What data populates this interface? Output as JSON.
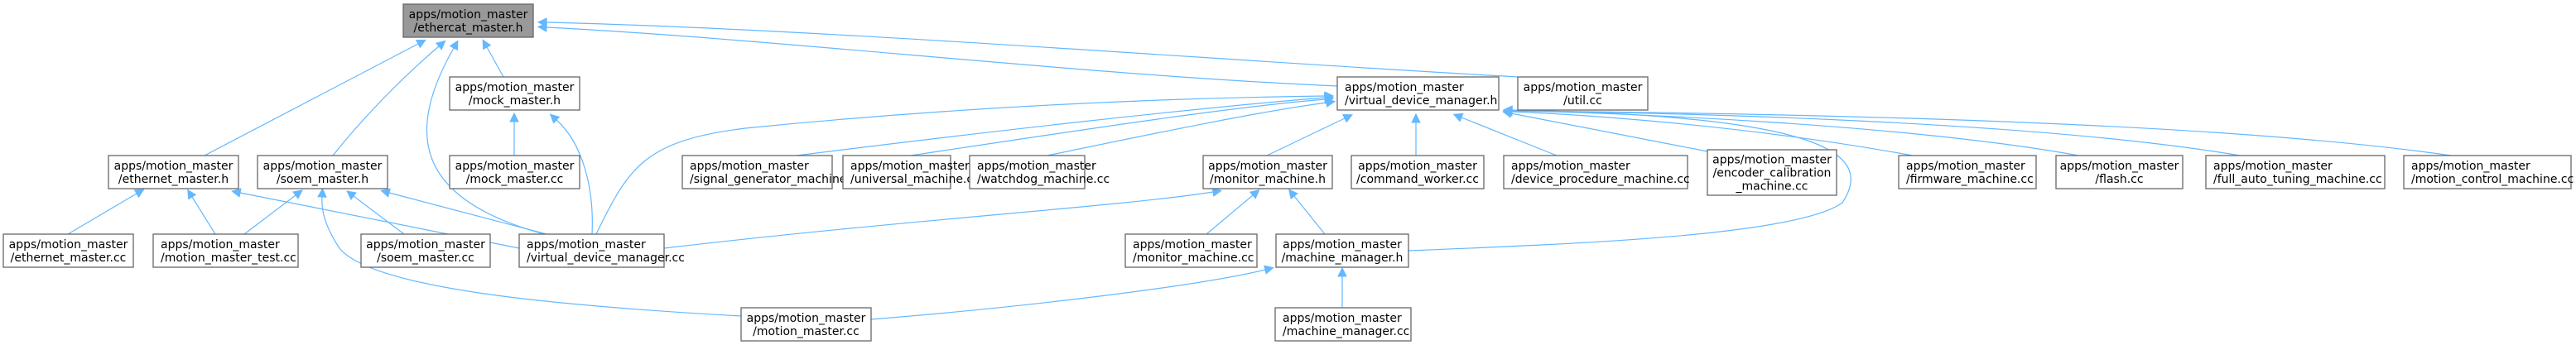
{
  "diagram": {
    "type": "include-dependency-graph",
    "colors": {
      "edge": "#63b8ff",
      "root_fill": "#999999",
      "node_border": "#666666",
      "node_fill": "#ffffff"
    },
    "nodes": [
      {
        "id": "ethercat_master_h",
        "lines": [
          "apps/motion_master",
          "/ethercat_master.h"
        ],
        "root": true
      },
      {
        "id": "mock_master_h",
        "lines": [
          "apps/motion_master",
          "/mock_master.h"
        ]
      },
      {
        "id": "virtual_device_manager_h",
        "lines": [
          "apps/motion_master",
          "/virtual_device_manager.h"
        ]
      },
      {
        "id": "util_cc",
        "lines": [
          "apps/motion_master",
          "/util.cc"
        ]
      },
      {
        "id": "ethernet_master_h",
        "lines": [
          "apps/motion_master",
          "/ethernet_master.h"
        ]
      },
      {
        "id": "soem_master_h",
        "lines": [
          "apps/motion_master",
          "/soem_master.h"
        ]
      },
      {
        "id": "mock_master_cc",
        "lines": [
          "apps/motion_master",
          "/mock_master.cc"
        ]
      },
      {
        "id": "signal_generator_machine_cc",
        "lines": [
          "apps/motion_master",
          "/signal_generator_machine.cc"
        ]
      },
      {
        "id": "universal_machine_cc",
        "lines": [
          "apps/motion_master",
          "/universal_machine.cc"
        ]
      },
      {
        "id": "watchdog_machine_cc",
        "lines": [
          "apps/motion_master",
          "/watchdog_machine.cc"
        ]
      },
      {
        "id": "monitor_machine_h",
        "lines": [
          "apps/motion_master",
          "/monitor_machine.h"
        ]
      },
      {
        "id": "command_worker_cc",
        "lines": [
          "apps/motion_master",
          "/command_worker.cc"
        ]
      },
      {
        "id": "device_procedure_machine_cc",
        "lines": [
          "apps/motion_master",
          "/device_procedure_machine.cc"
        ]
      },
      {
        "id": "encoder_calibration_machine_cc",
        "lines": [
          "apps/motion_master",
          "/encoder_calibration",
          "_machine.cc"
        ]
      },
      {
        "id": "firmware_machine_cc",
        "lines": [
          "apps/motion_master",
          "/firmware_machine.cc"
        ]
      },
      {
        "id": "flash_cc",
        "lines": [
          "apps/motion_master",
          "/flash.cc"
        ]
      },
      {
        "id": "full_auto_tuning_machine_cc",
        "lines": [
          "apps/motion_master",
          "/full_auto_tuning_machine.cc"
        ]
      },
      {
        "id": "motion_control_machine_cc",
        "lines": [
          "apps/motion_master",
          "/motion_control_machine.cc"
        ]
      },
      {
        "id": "ethernet_master_cc",
        "lines": [
          "apps/motion_master",
          "/ethernet_master.cc"
        ]
      },
      {
        "id": "motion_master_test_cc",
        "lines": [
          "apps/motion_master",
          "/motion_master_test.cc"
        ]
      },
      {
        "id": "soem_master_cc",
        "lines": [
          "apps/motion_master",
          "/soem_master.cc"
        ]
      },
      {
        "id": "virtual_device_manager_cc",
        "lines": [
          "apps/motion_master",
          "/virtual_device_manager.cc"
        ]
      },
      {
        "id": "monitor_machine_cc",
        "lines": [
          "apps/motion_master",
          "/monitor_machine.cc"
        ]
      },
      {
        "id": "machine_manager_h",
        "lines": [
          "apps/motion_master",
          "/machine_manager.h"
        ]
      },
      {
        "id": "motion_master_cc",
        "lines": [
          "apps/motion_master",
          "/motion_master.cc"
        ]
      },
      {
        "id": "machine_manager_cc",
        "lines": [
          "apps/motion_master",
          "/machine_manager.cc"
        ]
      }
    ],
    "edges": [
      {
        "from": "mock_master_h",
        "to": "ethercat_master_h"
      },
      {
        "from": "virtual_device_manager_h",
        "to": "ethercat_master_h"
      },
      {
        "from": "util_cc",
        "to": "ethercat_master_h"
      },
      {
        "from": "ethernet_master_h",
        "to": "ethercat_master_h"
      },
      {
        "from": "soem_master_h",
        "to": "ethercat_master_h"
      },
      {
        "from": "virtual_device_manager_cc",
        "to": "ethercat_master_h"
      },
      {
        "from": "mock_master_cc",
        "to": "mock_master_h"
      },
      {
        "from": "virtual_device_manager_cc",
        "to": "mock_master_h"
      },
      {
        "from": "virtual_device_manager_cc",
        "to": "virtual_device_manager_h"
      },
      {
        "from": "signal_generator_machine_cc",
        "to": "virtual_device_manager_h"
      },
      {
        "from": "universal_machine_cc",
        "to": "virtual_device_manager_h"
      },
      {
        "from": "watchdog_machine_cc",
        "to": "virtual_device_manager_h"
      },
      {
        "from": "monitor_machine_h",
        "to": "virtual_device_manager_h"
      },
      {
        "from": "command_worker_cc",
        "to": "virtual_device_manager_h"
      },
      {
        "from": "device_procedure_machine_cc",
        "to": "virtual_device_manager_h"
      },
      {
        "from": "encoder_calibration_machine_cc",
        "to": "virtual_device_manager_h"
      },
      {
        "from": "firmware_machine_cc",
        "to": "virtual_device_manager_h"
      },
      {
        "from": "flash_cc",
        "to": "virtual_device_manager_h"
      },
      {
        "from": "full_auto_tuning_machine_cc",
        "to": "virtual_device_manager_h"
      },
      {
        "from": "motion_control_machine_cc",
        "to": "virtual_device_manager_h"
      },
      {
        "from": "machine_manager_h",
        "to": "virtual_device_manager_h"
      },
      {
        "from": "ethernet_master_cc",
        "to": "ethernet_master_h"
      },
      {
        "from": "motion_master_test_cc",
        "to": "ethernet_master_h"
      },
      {
        "from": "virtual_device_manager_cc",
        "to": "ethernet_master_h"
      },
      {
        "from": "motion_master_test_cc",
        "to": "soem_master_h"
      },
      {
        "from": "soem_master_cc",
        "to": "soem_master_h"
      },
      {
        "from": "virtual_device_manager_cc",
        "to": "soem_master_h"
      },
      {
        "from": "motion_master_cc",
        "to": "soem_master_h"
      },
      {
        "from": "virtual_device_manager_cc",
        "to": "monitor_machine_h"
      },
      {
        "from": "monitor_machine_cc",
        "to": "monitor_machine_h"
      },
      {
        "from": "machine_manager_h",
        "to": "monitor_machine_h"
      },
      {
        "from": "motion_master_cc",
        "to": "machine_manager_h"
      },
      {
        "from": "machine_manager_cc",
        "to": "machine_manager_h"
      }
    ]
  }
}
